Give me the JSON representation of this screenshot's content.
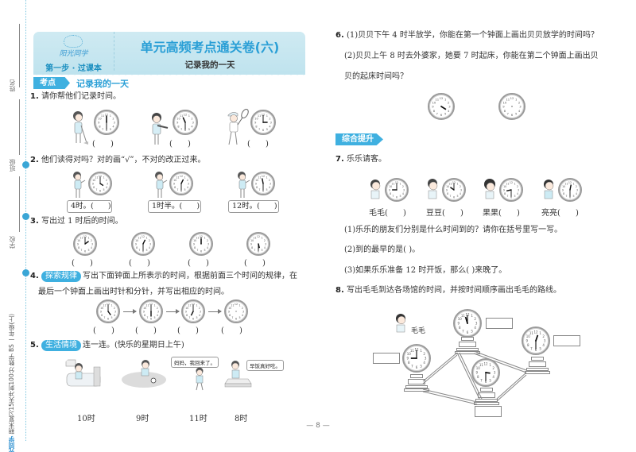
{
  "margin": {
    "name_label": "姓名",
    "class_label": "班级",
    "school_label": "学校",
    "brand": "阳光同学",
    "series": "期末复习15天冲刺100分 数学 BS 一年级(上)"
  },
  "header": {
    "logo_text": "阳光同学",
    "step": "第一步 · 过课本",
    "title": "单元高频考点通关卷(六)",
    "subtitle": "记录我的一天",
    "bg_color": "#c6e6f0",
    "accent_color": "#2a9fd6"
  },
  "section_kaodian": {
    "badge": "考点",
    "title": "记录我的一天"
  },
  "q1": {
    "num": "1.",
    "text": "请你帮他们记录时间。",
    "items": [
      {
        "activity": "sweeping",
        "clock": "6:00",
        "answer": "(      )"
      },
      {
        "activity": "violin",
        "clock": "11:30",
        "answer": "(      )"
      },
      {
        "activity": "tennis",
        "clock": "3:00",
        "answer": "(      )"
      }
    ]
  },
  "q2": {
    "num": "2.",
    "text": "他们读得对吗？对的画“√”，不对的改正过来。",
    "items": [
      {
        "clock": "4:00",
        "bubble": "4时。(      )"
      },
      {
        "clock": "1:30",
        "bubble": "1时半。(      )"
      },
      {
        "clock": "11:30",
        "bubble": "12时。(      )"
      }
    ]
  },
  "q3": {
    "num": "3.",
    "text": "写出过 1 时后的时间。",
    "clocks": [
      "2:00",
      "1:30",
      "12:00",
      "5:30"
    ],
    "answers": [
      "(      )",
      "(      )",
      "(      )",
      "(      )"
    ]
  },
  "q4": {
    "num": "4.",
    "tag": "探索规律",
    "text_line1": "写出下面钟面上所表示的时间，根据前面三个时间的规律，在",
    "text_line2": "最后一个钟面上画出时针和分针，并写出相应的时间。",
    "clocks": [
      "5:00",
      "6:00",
      "7:00",
      "blank"
    ],
    "answers": [
      "(      )",
      "(      )",
      "(      )",
      "(      )"
    ]
  },
  "q5": {
    "num": "5.",
    "tag": "生活情境",
    "text": "连一连。(快乐的星期日上午)",
    "scenes": [
      {
        "desc": "waking up in bed",
        "speech": ""
      },
      {
        "desc": "playing football",
        "speech": ""
      },
      {
        "desc": "coming home",
        "speech": "妈妈，我回来了。"
      },
      {
        "desc": "doing homework",
        "speech": "早饭真好吃。"
      }
    ],
    "hours": [
      "10时",
      "9时",
      "11时",
      "8时"
    ]
  },
  "q6": {
    "num": "6.",
    "line1": "(1)贝贝下午 4 时半放学，你能在第一个钟面上画出贝贝放学的时间吗？",
    "line2": "(2)贝贝上午 8 时去外婆家，她要 7 时起床，你能在第二个钟面上画出贝",
    "line3": "贝的起床时间吗？",
    "clocks": [
      "4:20 (hour hand only)",
      "blank"
    ]
  },
  "section_zonghe": {
    "badge": "综合提升"
  },
  "q7": {
    "num": "7.",
    "text": "乐乐请客。",
    "friends": [
      {
        "name": "毛毛",
        "clock": "9:00",
        "answer": "毛毛(      )"
      },
      {
        "name": "豆豆",
        "clock": "10:00",
        "answer": "豆豆(      )"
      },
      {
        "name": "果果",
        "clock": "8:30",
        "answer": "果果(      )"
      },
      {
        "name": "亮亮",
        "clock": "12:30",
        "answer": "亮亮(      )"
      }
    ],
    "sub1": "(1)乐乐的朋友们分别是什么时间到的？请你在括号里写一写。",
    "sub2": "(2)到的最早的是(          )。",
    "sub3": "(3)如果乐乐准备 12 时开饭，那么(          )来晚了。"
  },
  "q8": {
    "num": "8.",
    "text": "写出毛毛到达各场馆的时间，并按时间顺序画出毛毛的路线。",
    "character": "毛毛",
    "stations": [
      {
        "pos": "left",
        "clock": "9:00"
      },
      {
        "pos": "top",
        "clock": "11:00"
      },
      {
        "pos": "center",
        "clock": "9:30"
      },
      {
        "pos": "right",
        "clock": "12:30"
      }
    ]
  },
  "footer": {
    "page_number": "— 8 —"
  }
}
